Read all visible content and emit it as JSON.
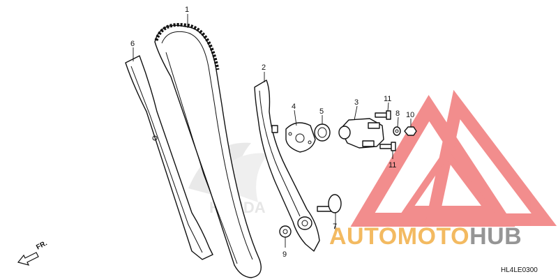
{
  "callouts": [
    {
      "id": "1",
      "text": "1"
    },
    {
      "id": "2",
      "text": "2"
    },
    {
      "id": "3",
      "text": "3"
    },
    {
      "id": "4",
      "text": "4"
    },
    {
      "id": "5",
      "text": "5"
    },
    {
      "id": "6",
      "text": "6"
    },
    {
      "id": "7",
      "text": "7"
    },
    {
      "id": "8",
      "text": "8"
    },
    {
      "id": "9",
      "text": "9"
    },
    {
      "id": "10",
      "text": "10"
    },
    {
      "id": "11a",
      "text": "11"
    },
    {
      "id": "11b",
      "text": "11"
    }
  ],
  "front_indicator": "FR.",
  "diagram_code": "HL4LE0300",
  "background_logo": "HONDA",
  "watermark": {
    "part1": "AUTOMOTO",
    "part2": "HUB",
    "colors": {
      "accent": "#f0a93a",
      "hub": "#8a8a8a",
      "triangle": "#f07a7a"
    }
  }
}
